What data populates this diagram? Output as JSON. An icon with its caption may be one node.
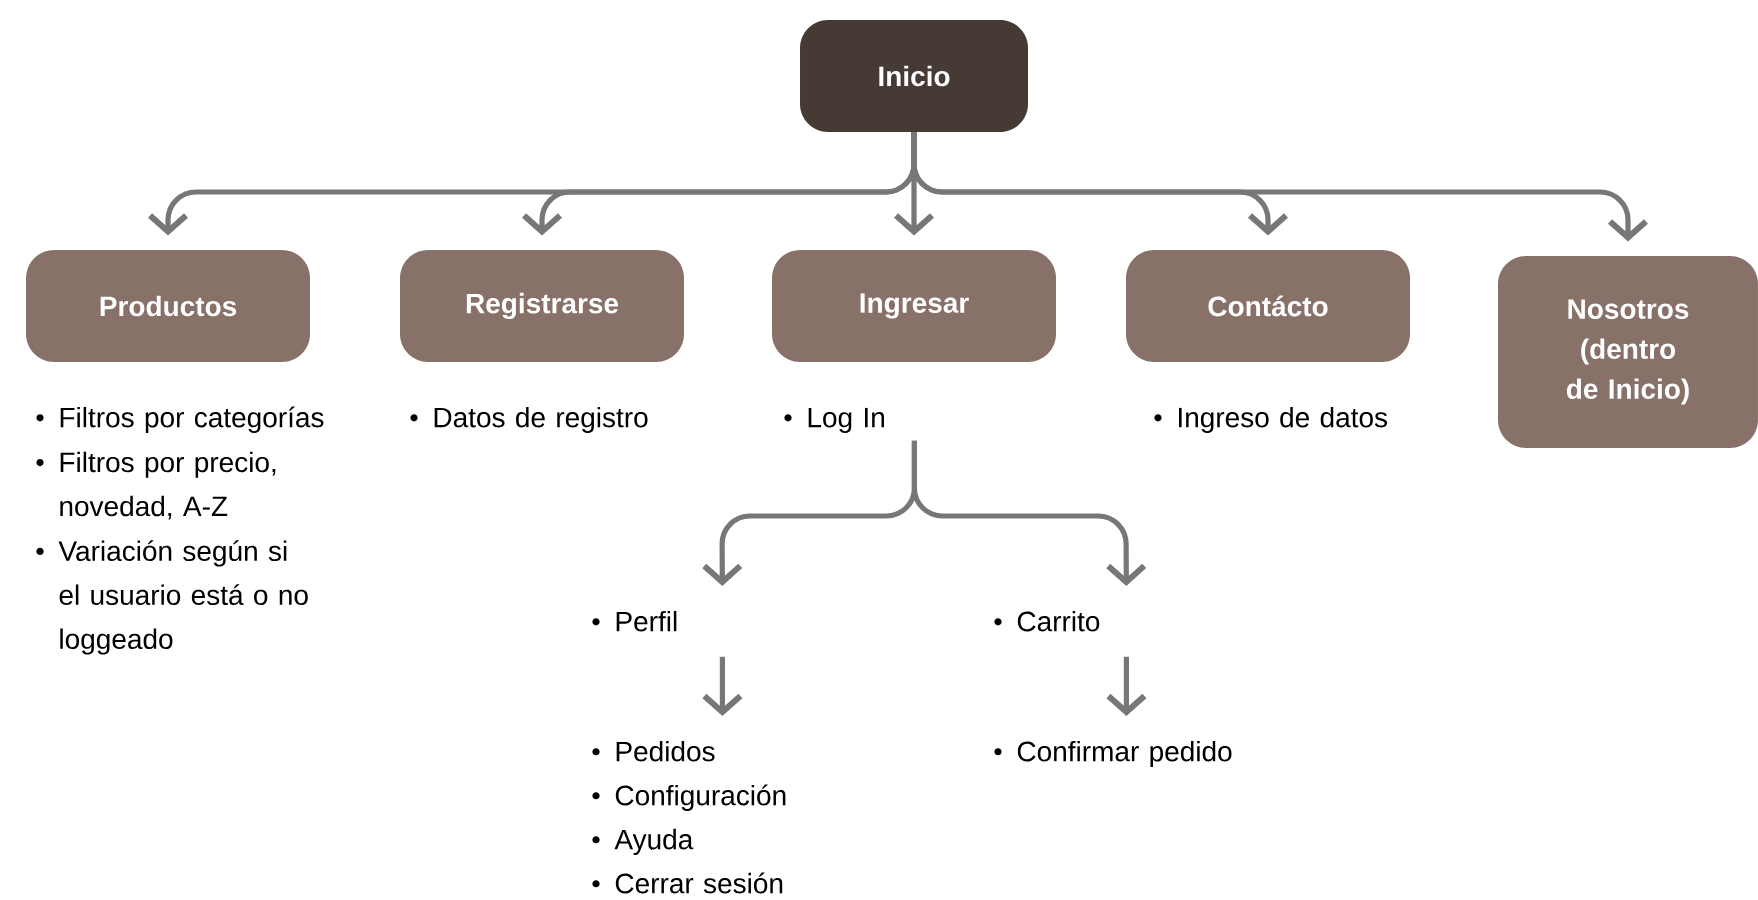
{
  "diagram": {
    "nodes": [
      {
        "text": [
          "Inicio"
        ]
      },
      {
        "text": [
          "Productos"
        ],
        "beside": [
          "Filtros por categorías",
          "Filtros por precio, novedad, A-Z",
          "Variación según si el usuario está o no loggeado"
        ]
      },
      {
        "text": [
          "Registrarse"
        ],
        "beside": [
          "Datos de registro"
        ]
      },
      {
        "text": [
          "Ingresar"
        ]
      },
      {
        "text": [
          "Contácto"
        ],
        "beside": [
          "Ingreso de datos"
        ]
      },
      {
        "text": [
          "Nosotros (dentro de Inicio)"
        ]
      },
      {
        "text": [
          "Log In"
        ]
      },
      {
        "text": [
          "Perfil"
        ]
      },
      {
        "text": [
          "Carrito"
        ]
      },
      {
        "text": [
          "Pedidos",
          "Configuración",
          "Ayuda",
          "Cerrar sesión"
        ]
      },
      {
        "text": [
          "Confirmar pedido"
        ]
      }
    ],
    "edges": [
      {
        "from": 0,
        "to": 1,
        "arrow": "to"
      },
      {
        "from": 0,
        "to": 2,
        "arrow": "to"
      },
      {
        "from": 0,
        "to": 3,
        "arrow": "to"
      },
      {
        "from": 0,
        "to": 4,
        "arrow": "to"
      },
      {
        "from": 0,
        "to": 5,
        "arrow": "to"
      },
      {
        "from": 6,
        "to": 7,
        "arrow": "to"
      },
      {
        "from": 6,
        "to": 8,
        "arrow": "to"
      },
      {
        "from": 7,
        "to": 9,
        "arrow": "to"
      },
      {
        "from": 8,
        "to": 10,
        "arrow": "to"
      }
    ]
  }
}
